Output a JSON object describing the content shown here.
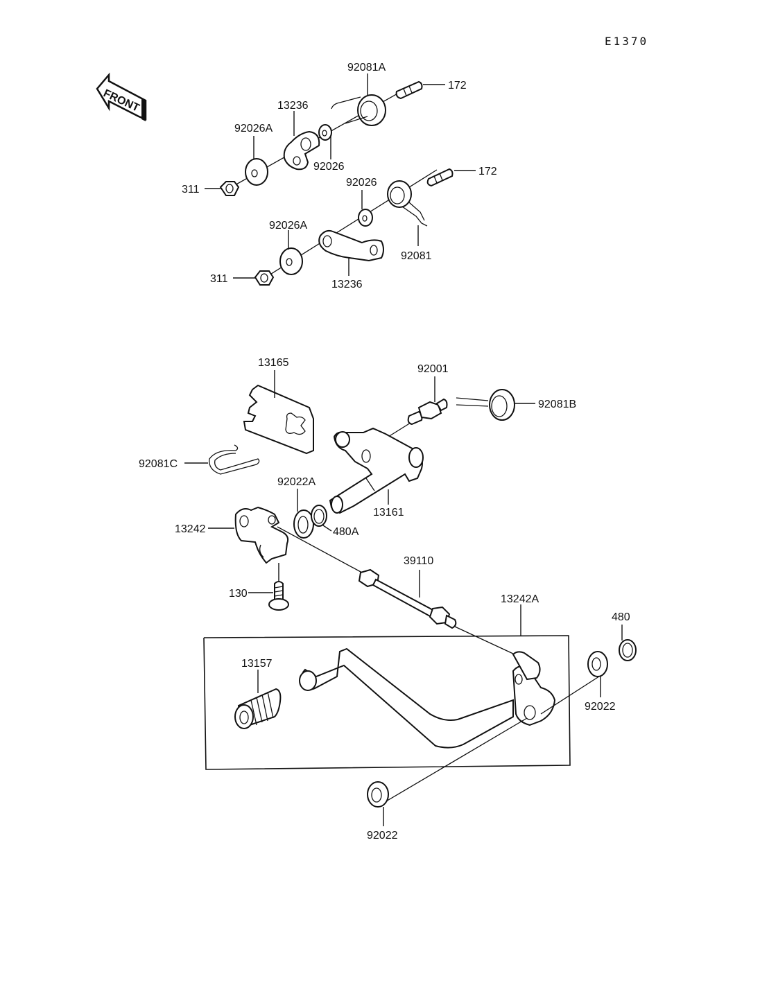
{
  "diagram": {
    "code": "E1370",
    "front_label": "FRONT",
    "labels": {
      "p92081A": "92081A",
      "p172a": "172",
      "p13236a": "13236",
      "p92026Aa": "92026A",
      "p92026a": "92026",
      "p311a": "311",
      "p172b": "172",
      "p92026b": "92026",
      "p92026Ab": "92026A",
      "p92081": "92081",
      "p311b": "311",
      "p13236b": "13236",
      "p13165": "13165",
      "p92001": "92001",
      "p92081B": "92081B",
      "p92081C": "92081C",
      "p92022A": "92022A",
      "p13161": "13161",
      "p13242": "13242",
      "p480A": "480A",
      "p39110": "39110",
      "p130": "130",
      "p13242A": "13242A",
      "p480": "480",
      "p13157": "13157",
      "p92022a": "92022",
      "p92022b": "92022"
    }
  }
}
